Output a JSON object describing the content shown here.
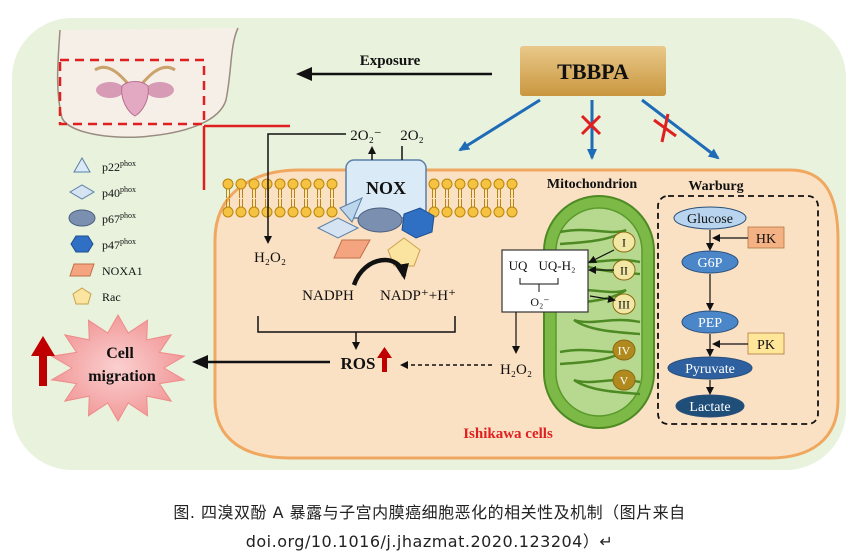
{
  "diagram": {
    "tbbpa": "TBBPA",
    "exposure": "Exposure",
    "nox": "NOX",
    "superoxide_left": "2O₂⁻",
    "superoxide_right": "2O₂",
    "h2o2_left": "H₂O₂",
    "nadph": "NADPH",
    "nadp": "NADP⁺+H⁺",
    "ros": "ROS",
    "cell_migration_line1": "Cell",
    "cell_migration_line2": "migration",
    "mitochondrion": "Mitochondrion",
    "warburg": "Warburg",
    "uq": "UQ",
    "uqh2": "UQ-H₂",
    "o2_minus": "O₂⁻",
    "h2o2_mito": "H₂O₂",
    "complexes": [
      "I",
      "II",
      "III",
      "IV",
      "V"
    ],
    "glycolysis": [
      "Glucose",
      "G6P",
      "PEP",
      "Pyruvate",
      "Lactate"
    ],
    "hk": "HK",
    "pk": "PK",
    "cell_label": "Ishikawa cells"
  },
  "legend": [
    {
      "shape": "triangle",
      "label": "p22",
      "sup": "phox"
    },
    {
      "shape": "diamond",
      "label": "p40",
      "sup": "phox"
    },
    {
      "shape": "ellipse",
      "label": "p67",
      "sup": "phox"
    },
    {
      "shape": "hexagon",
      "label": "p47",
      "sup": "phox"
    },
    {
      "shape": "parallelogram",
      "label": "NOXA1",
      "sup": ""
    },
    {
      "shape": "pentagon",
      "label": "Rac",
      "sup": ""
    }
  ],
  "caption": {
    "line1": "图. 四溴双酚 A 暴露与子宫内膜癌细胞恶化的相关性及机制（图片来自",
    "line2": "doi.org/10.1016/j.jhazmat.2020.123204）↵"
  },
  "colors": {
    "background_green": "#e8f2dc",
    "cell_fill": "#fbe1c4",
    "cell_border": "#f0a860",
    "tbbpa_gold": "#d9b066",
    "arrow_blue": "#1e6bb8",
    "inhibit_red": "#e02020",
    "mito_green": "#7cb947",
    "complex_yellow": "#f2e6a0",
    "complex_gold": "#b89020",
    "ros_red": "#c00000",
    "star_pink": "#f4a6a6",
    "glucose_blue": "#b8d4ee",
    "mid_blue": "#4a86c8",
    "dark_blue": "#1f4e79",
    "enzyme_orange": "#f4b183",
    "enzyme_yellow": "#ffe699"
  }
}
